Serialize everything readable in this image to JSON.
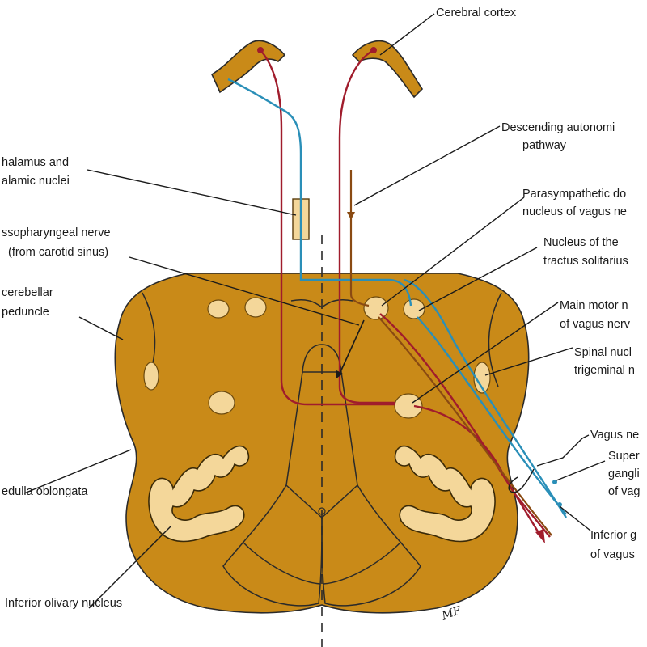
{
  "labels": {
    "cerebral_cortex": "Cerebral cortex",
    "descending_autonomic_1": "Descending autonomi",
    "descending_autonomic_2": "pathway",
    "hypothalamus_1": "halamus and",
    "hypothalamus_2": "alamic nuclei",
    "parasympathetic_1": "Parasympathetic do",
    "parasympathetic_2": "nucleus of vagus ne",
    "glossopharyngeal_1": "ssopharyngeal nerve",
    "glossopharyngeal_2": "(from carotid sinus)",
    "nucleus_tractus_1": "Nucleus of the",
    "nucleus_tractus_2": "tractus solitarius",
    "cerebellar_1": "cerebellar",
    "cerebellar_2": "peduncle",
    "main_motor_1": "Main motor n",
    "main_motor_2": "of vagus nerv",
    "spinal_nucleus_1": "Spinal nucl",
    "spinal_nucleus_2": "trigeminal n",
    "vagus_nerve": "Vagus ne",
    "superior_ganglion_1": "Super",
    "superior_ganglion_2": "gangli",
    "superior_ganglion_3": "of vag",
    "medulla": "edulla oblongata",
    "inferior_ganglion_1": "Inferior g",
    "inferior_ganglion_2": "of vagus",
    "inferior_olivary": "Inferior olivary nucleus",
    "signature": "MF"
  },
  "colors": {
    "medulla_fill": "#c98a18",
    "nucleus_fill": "#f4d79a",
    "motor_tract": "#a01c2c",
    "autonomic_tract": "#2a8fb8",
    "descending_tract": "#8a4a12"
  }
}
